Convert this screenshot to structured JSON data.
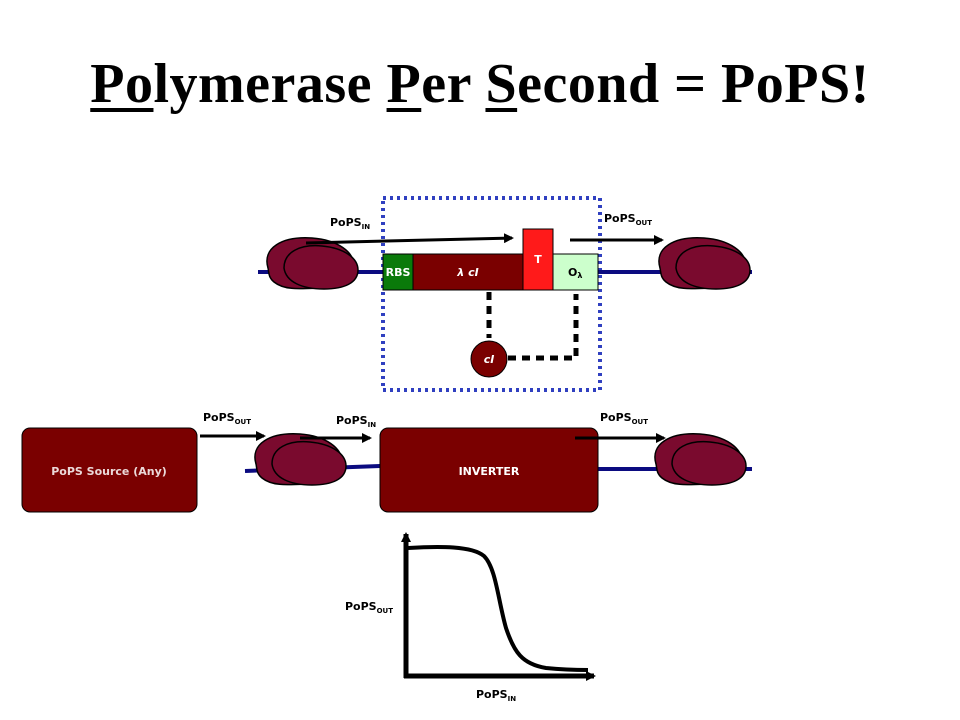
{
  "title": {
    "part1": "Po",
    "part2": "lymerase ",
    "part3": "P",
    "part4": "er ",
    "part5": "S",
    "part6": "econd = PoPS!"
  },
  "labels": {
    "pops": "PoPS",
    "sub_in": "IN",
    "sub_out": "OUT"
  },
  "top_device": {
    "rbs": "RBS",
    "gene": "λ cI",
    "terminator": "T",
    "operator": "O",
    "operator_sub": "λ",
    "protein": "cI"
  },
  "middle": {
    "source": "PoPS Source (Any)",
    "inverter": "INVERTER"
  },
  "colors": {
    "maroon": "#7a0000",
    "polymerase": "#7a0a2e",
    "dna": "#0b0b80",
    "rbs": "#0a7a0a",
    "terminator": "#ff1a1a",
    "operator": "#ccffcc",
    "dashed_box": "#3040c0"
  }
}
